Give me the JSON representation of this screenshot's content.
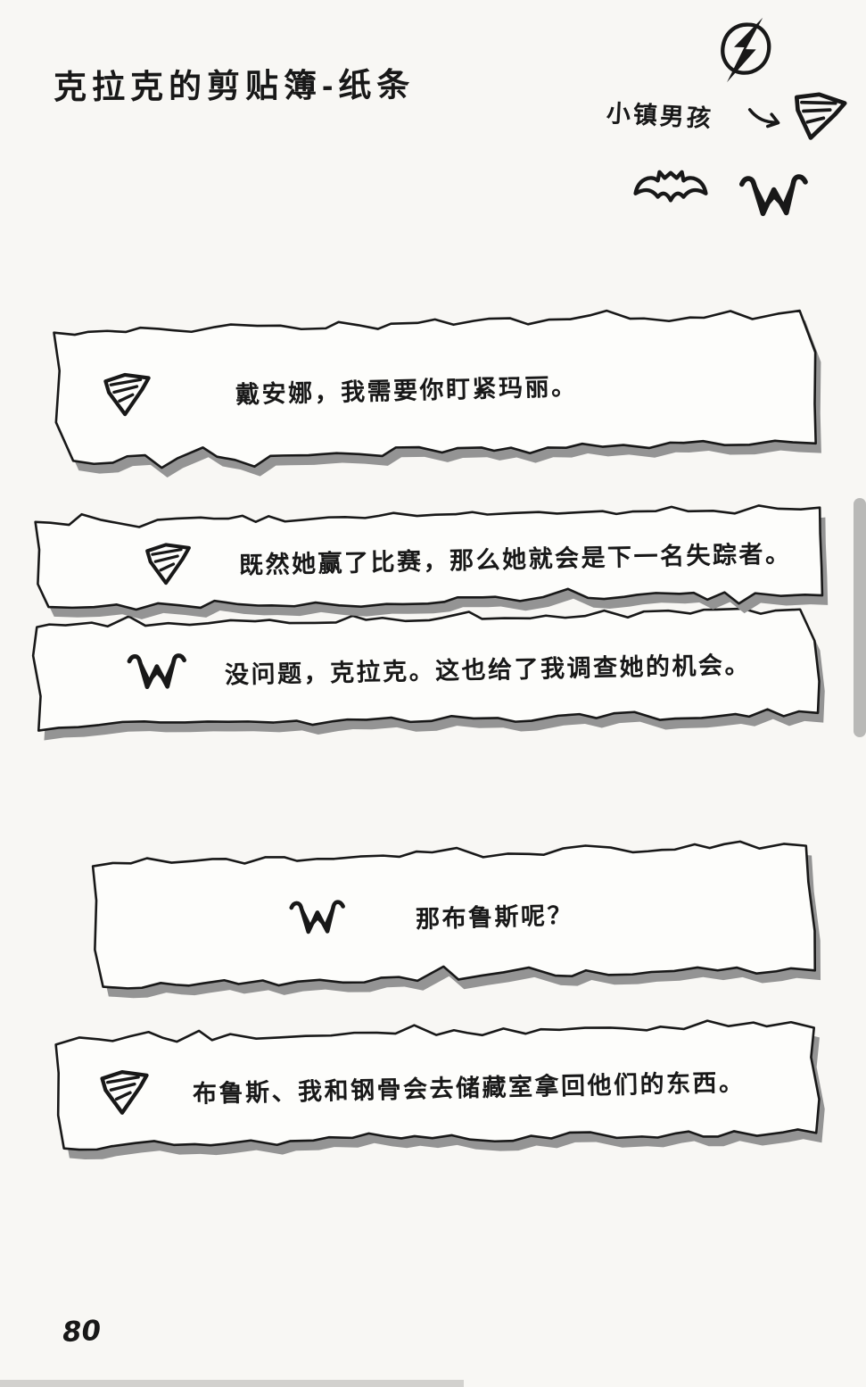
{
  "page": {
    "title": "克拉克的剪贴簿-纸条",
    "page_number": "80"
  },
  "header_doodles": {
    "flash_icon": "flash-lightning-in-circle",
    "label": "小镇男孩",
    "arrow_icon": "hand-drawn-arrow-right",
    "superman_icon": "superman-shield",
    "batman_icon": "bat-symbol",
    "wonder_woman_icon": "wonder-woman-double-w"
  },
  "notes": [
    {
      "author_icon": "superman-shield",
      "text": "戴安娜，我需要你盯紧玛丽。"
    },
    {
      "author_icon": "superman-shield",
      "text": "既然她赢了比赛，那么她就会是下一名失踪者。"
    },
    {
      "author_icon": "wonder-woman",
      "text": "没问题，克拉克。这也给了我调查她的机会。"
    },
    {
      "author_icon": "wonder-woman",
      "text": "那布鲁斯呢？"
    },
    {
      "author_icon": "superman-shield",
      "text": "布鲁斯、我和钢骨会去储藏室拿回他们的东西。"
    }
  ],
  "colors": {
    "ink": "#181818",
    "paper": "#fdfdfb",
    "shadow": "#949494",
    "background": "#f8f7f4"
  }
}
